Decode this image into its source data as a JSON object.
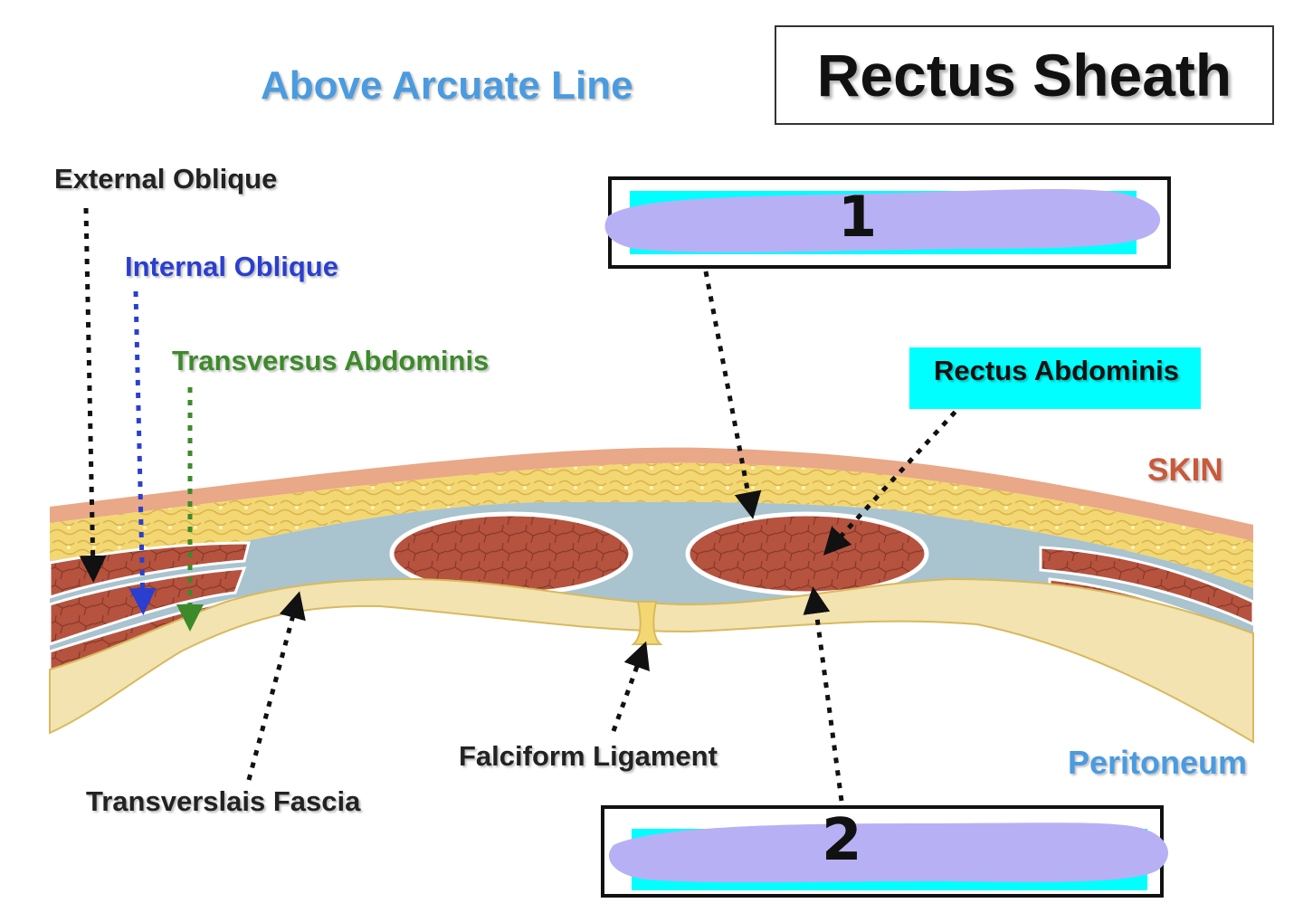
{
  "title": "Rectus Sheath",
  "subtitle": "Above Arcuate Line",
  "labels": {
    "external_oblique": "External Oblique",
    "internal_oblique": "Internal Oblique",
    "transversus_abdominis": "Transversus Abdominis",
    "rectus_abdominis": "Rectus Abdominis",
    "skin": "SKIN",
    "peritoneum": "Peritoneum",
    "falciform_ligament": "Falciform Ligament",
    "transversalis_fascia": "Transverslais Fascia"
  },
  "answer_boxes": {
    "box1_mark": "1",
    "box2_mark": "2"
  },
  "colors": {
    "subtitle": "#4a9be0",
    "external_oblique": "#222222",
    "internal_oblique": "#2a3fd0",
    "transversus_abdominis": "#3d8a2a",
    "skin": "#c85a3a",
    "peritoneum": "#4a9be0",
    "highlight_cyan": "#00ffff",
    "redaction_purple": "#b8b0f5",
    "muscle": "#b5533f",
    "fat": "#f2d56a",
    "fascia": "#a9c3cf"
  }
}
